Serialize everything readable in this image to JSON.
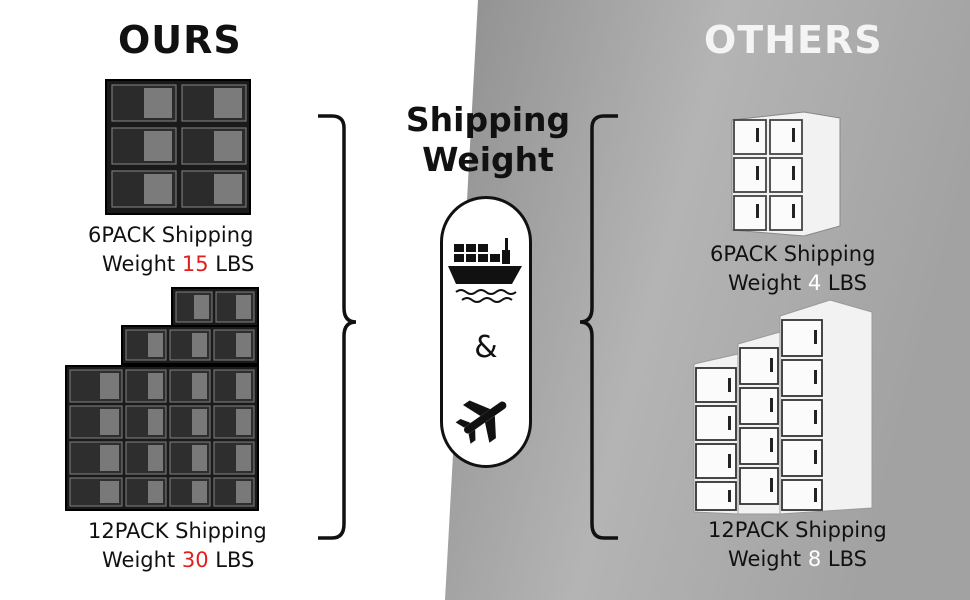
{
  "ours": {
    "title": "OURS",
    "six_pack": {
      "line1": "6PACK Shipping",
      "prefix": "Weight ",
      "weight": "15",
      "unit": " LBS"
    },
    "twelve_pack": {
      "line1": "12PACK Shipping",
      "prefix": "Weight ",
      "weight": "30",
      "unit": " LBS"
    }
  },
  "others": {
    "title": "OTHERS",
    "six_pack": {
      "line1": "6PACK Shipping",
      "prefix": "Weight ",
      "weight": "4",
      "unit": " LBS"
    },
    "twelve_pack": {
      "line1": "12PACK Shipping",
      "prefix": "Weight ",
      "weight": "8",
      "unit": " LBS"
    }
  },
  "center": {
    "title_line1": "Shipping",
    "title_line2": "Weight",
    "ampersand": "&",
    "icons": [
      "cargo-ship-icon",
      "airplane-icon"
    ]
  },
  "colors": {
    "highlight_red": "#e02020",
    "highlight_white": "#ffffff",
    "others_background": "#a8a8a8",
    "ours_box": "#1a1a1a",
    "others_box": "#f2f2f2"
  }
}
